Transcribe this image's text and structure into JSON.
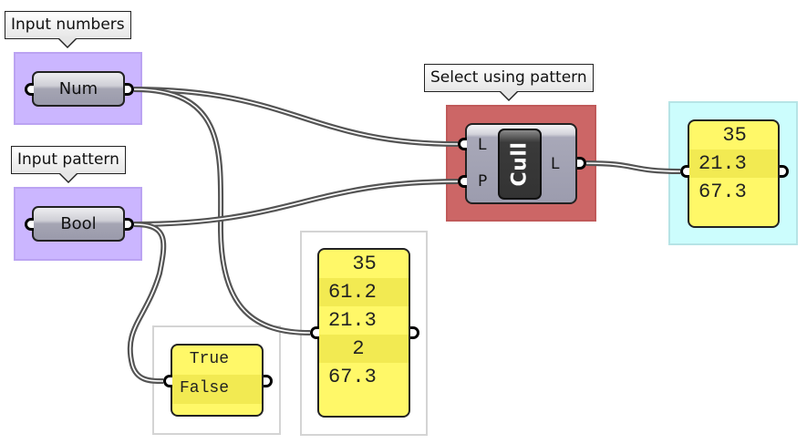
{
  "canvas": {
    "wire_color": "#555555",
    "group_colors": {
      "inputs": "#cbb6ff",
      "cull": "#cc6666",
      "result": "#ccfdfd",
      "preview": "#ffffff"
    },
    "panel_color": "#fff868"
  },
  "groups": {
    "input_numbers": {
      "label": "Input numbers"
    },
    "input_pattern": {
      "label": "Input pattern"
    },
    "select_using_pattern": {
      "label": "Select using pattern"
    }
  },
  "params": {
    "num": {
      "label": "Num"
    },
    "bool": {
      "label": "Bool"
    }
  },
  "cull_component": {
    "name": "Cull",
    "inputs": [
      {
        "label": "L"
      },
      {
        "label": "P"
      }
    ],
    "outputs": [
      {
        "label": "L"
      }
    ]
  },
  "panels": {
    "numbers_list": {
      "values": [
        "  35",
        "61.2",
        "21.3",
        "  2",
        "67.3"
      ]
    },
    "pattern_list": {
      "values": [
        " True",
        "False"
      ]
    },
    "result_list": {
      "values": [
        "  35",
        "21.3",
        "67.3"
      ]
    }
  },
  "wires": [
    {
      "from": "num.output",
      "to": "cull.input_L"
    },
    {
      "from": "num.output",
      "to": "numbers_list.input"
    },
    {
      "from": "bool.output",
      "to": "cull.input_P"
    },
    {
      "from": "bool.output",
      "to": "pattern_list.input"
    },
    {
      "from": "cull.output_L",
      "to": "result_list.input"
    }
  ]
}
